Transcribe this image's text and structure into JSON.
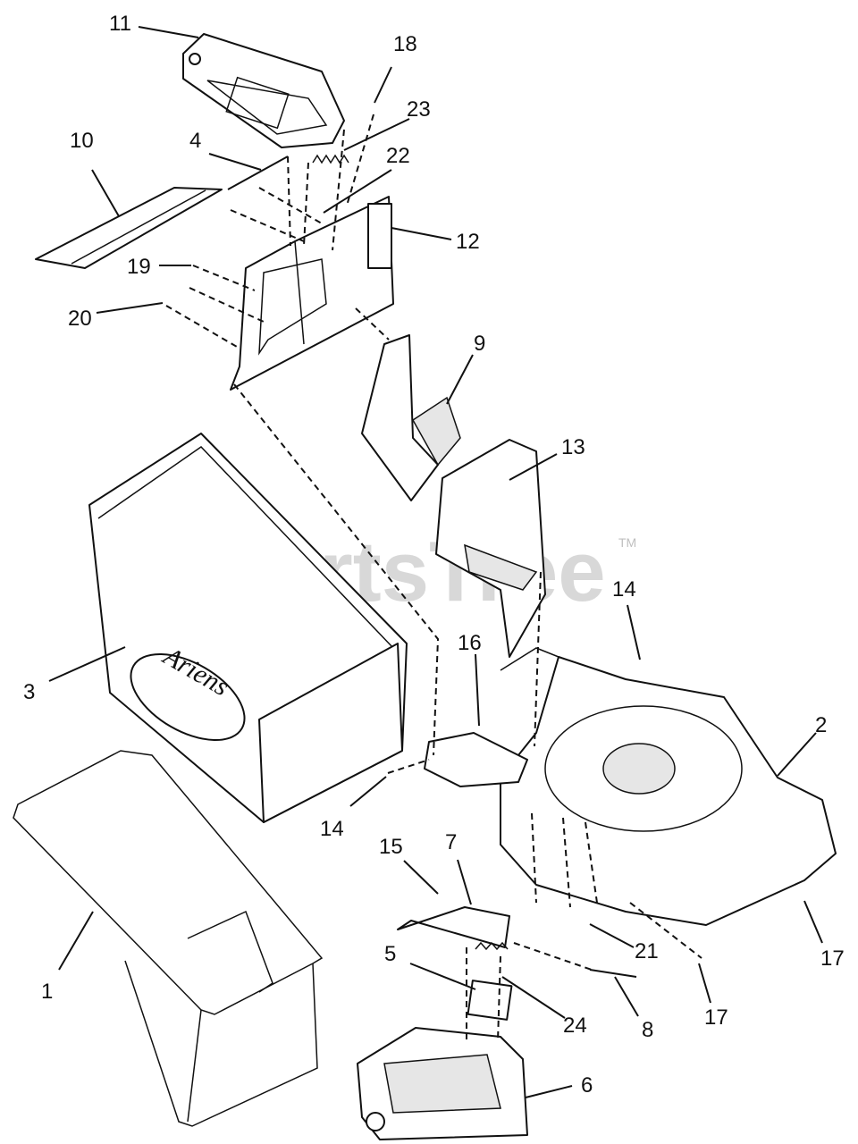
{
  "watermark": {
    "text": "PartsTree",
    "tm": "TM"
  },
  "bag_brand": "Ariens",
  "callouts": [
    {
      "id": "c11",
      "label": "11"
    },
    {
      "id": "c18",
      "label": "18"
    },
    {
      "id": "c10",
      "label": "10"
    },
    {
      "id": "c4",
      "label": "4"
    },
    {
      "id": "c23",
      "label": "23"
    },
    {
      "id": "c22",
      "label": "22"
    },
    {
      "id": "c12",
      "label": "12"
    },
    {
      "id": "c19",
      "label": "19"
    },
    {
      "id": "c20",
      "label": "20"
    },
    {
      "id": "c9",
      "label": "9"
    },
    {
      "id": "c13",
      "label": "13"
    },
    {
      "id": "c3",
      "label": "3"
    },
    {
      "id": "c14a",
      "label": "14"
    },
    {
      "id": "c16",
      "label": "16"
    },
    {
      "id": "c2",
      "label": "2"
    },
    {
      "id": "c14b",
      "label": "14"
    },
    {
      "id": "c15",
      "label": "15"
    },
    {
      "id": "c7",
      "label": "7"
    },
    {
      "id": "c1",
      "label": "1"
    },
    {
      "id": "c17a",
      "label": "17"
    },
    {
      "id": "c21",
      "label": "21"
    },
    {
      "id": "c5",
      "label": "5"
    },
    {
      "id": "c17b",
      "label": "17"
    },
    {
      "id": "c24",
      "label": "24"
    },
    {
      "id": "c8",
      "label": "8"
    },
    {
      "id": "c6",
      "label": "6"
    }
  ]
}
